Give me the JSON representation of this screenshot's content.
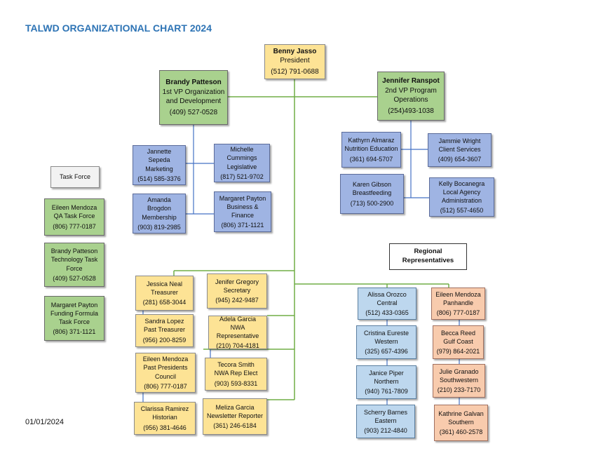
{
  "title": "TALWD ORGANIZATIONAL CHART 2024",
  "date": "01/01/2024",
  "president": {
    "name": "Benny Jasso",
    "role": "President",
    "phone": "(512) 791-0688"
  },
  "vp1": {
    "name": "Brandy Patteson",
    "role": "1st VP Organization\nand Development",
    "phone": "(409) 527-0528"
  },
  "vp2": {
    "name": "Jennifer Ranspot",
    "role": "2nd VP Program\nOperations",
    "phone": "(254)493-1038"
  },
  "vp1_staff": [
    {
      "name": "Jannette Sepeda",
      "role": "Marketing",
      "phone": "(514) 585-3376"
    },
    {
      "name": "Michelle Cummings",
      "role": "Legislative",
      "phone": "(817) 521-9702"
    },
    {
      "name": "Amanda Brogdon",
      "role": "Membership",
      "phone": "(903) 819-2985"
    },
    {
      "name": "Margaret Payton",
      "role": "Business & Finance",
      "phone": "(806) 371-1121"
    }
  ],
  "vp2_staff": [
    {
      "name": "Kathyrn Almaraz",
      "role": "Nutrition Education",
      "phone": "(361) 694-5707"
    },
    {
      "name": "Jammie Wright",
      "role": "Client Services",
      "phone": "(409) 654-3607"
    },
    {
      "name": "Karen Gibson",
      "role": "Breastfeeding",
      "phone": "(713) 500-2900"
    },
    {
      "name": "Kelly Bocanegra",
      "role": "Local Agency\nAdministration",
      "phone": "(512) 557-4650"
    }
  ],
  "task_force": {
    "header": "Task Force",
    "members": [
      {
        "name": "Eileen Mendoza",
        "role": "QA Task Force",
        "phone": "(806) 777-0187"
      },
      {
        "name": "Brandy Patteson",
        "role": "Technology Task\nForce",
        "phone": "(409) 527-0528"
      },
      {
        "name": "Margaret Payton",
        "role": "Funding Formula\nTask Force",
        "phone": "(806) 371-1121"
      }
    ]
  },
  "officers": [
    {
      "name": "Jessica Neal",
      "role": "Treasurer",
      "phone": "(281) 658-3044"
    },
    {
      "name": "Jenifer Gregory",
      "role": "Secretary",
      "phone": "(945) 242-9487"
    },
    {
      "name": "Sandra Lopez",
      "role": "Past Treasurer",
      "phone": "(956) 200-8259"
    },
    {
      "name": "Adela Garcia",
      "role": "NWA Representative",
      "phone": "(210) 704-4181"
    },
    {
      "name": "Eileen Mendoza",
      "role": "Past Presidents\nCouncil",
      "phone": "(806) 777-0187"
    },
    {
      "name": "Tecora Smith",
      "role": "NWA Rep Elect",
      "phone": "(903) 593-8331"
    },
    {
      "name": "Clarissa Ramirez",
      "role": "Historian",
      "phone": "(956) 381-4646"
    },
    {
      "name": "Meliza Garcia",
      "role": "Newsletter Reporter",
      "phone": "(361) 246-6184"
    }
  ],
  "regional": {
    "header": "Regional\nRepresentatives",
    "left": [
      {
        "name": "Alissa Orozco",
        "role": "Central",
        "phone": "(512) 433-0365"
      },
      {
        "name": "Cristina Eureste",
        "role": "Western",
        "phone": "(325) 657-4396"
      },
      {
        "name": "Janice Piper",
        "role": "Northern",
        "phone": "(940) 761-7809"
      },
      {
        "name": "Scherry Barnes",
        "role": "Eastern",
        "phone": "(903) 212-4840"
      }
    ],
    "right": [
      {
        "name": "Eileen Mendoza",
        "role": "Panhandle",
        "phone": "(806) 777-0187"
      },
      {
        "name": "Becca Reed",
        "role": "Gulf Coast",
        "phone": "(979) 864-2021"
      },
      {
        "name": "Julie Granado",
        "role": "Southwestern",
        "phone": "(210) 233-7170"
      },
      {
        "name": "Kathrine Galvan",
        "role": "Southern",
        "phone": "(361) 460-2578"
      }
    ]
  },
  "colors": {
    "title": "#2e74b5",
    "connector": "#70ad47",
    "connector_blue": "#4472c4",
    "yellow": "#fde395",
    "green": "#a9d18e",
    "purple": "#9fb4e3",
    "light_blue": "#bdd7ee",
    "salmon": "#f8cbad"
  }
}
